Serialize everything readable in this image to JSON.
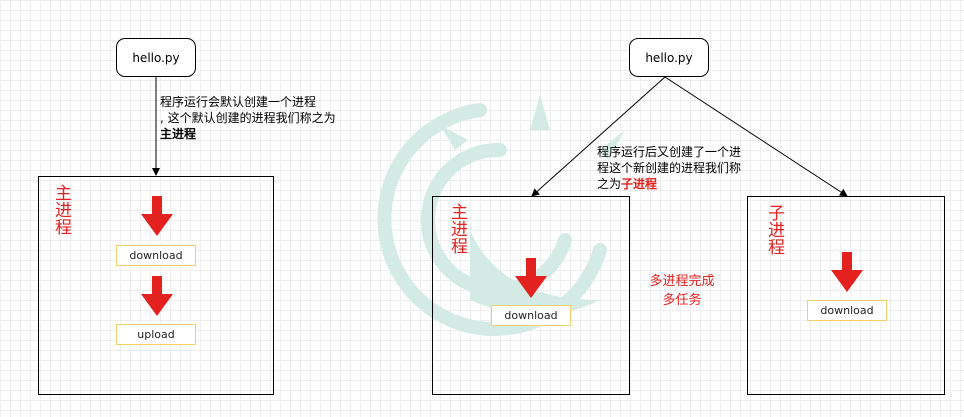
{
  "left": {
    "file_label": "hello.py",
    "note": {
      "line1": "程序运行会默认创建一个进程",
      "line2": ", 这个默认创建的进程我们称之为",
      "strong": "主进程"
    },
    "process_label": "主进程",
    "steps": [
      "download",
      "upload"
    ]
  },
  "right": {
    "file_label": "hello.py",
    "note": {
      "line1": "程序运行后又创建了一个进",
      "line2": "程这个新创建的进程我们称",
      "line3_prefix": "之为",
      "strong": "子进程"
    },
    "main_process": {
      "label": "主进程",
      "step": "download"
    },
    "child_process": {
      "label": "子进程",
      "step": "download"
    },
    "center_note": [
      "多进程完成",
      "多任务"
    ]
  },
  "colors": {
    "accent_red": "#e3211f",
    "tag_border": "#f2d16b",
    "grid": "#eeeeee",
    "watermark": "#cfe9e2"
  },
  "icons": [
    "down-arrow-icon",
    "watermark-logo-icon"
  ]
}
